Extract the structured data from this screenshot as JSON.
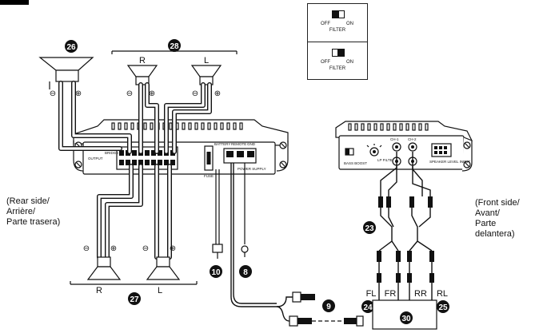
{
  "callouts": {
    "c8": "8",
    "c9": "9",
    "c10": "10",
    "c23": "23",
    "c24": "24",
    "c25": "25",
    "c26": "26",
    "c27": "27",
    "c28": "28",
    "c30": "30"
  },
  "speaker_polarity": {
    "minus": "⊖",
    "plus": "⊕"
  },
  "top_speakers": {
    "left_label": "R",
    "right_label": "L"
  },
  "bottom_speakers": {
    "left_label": "R",
    "right_label": "L"
  },
  "channel_labels": {
    "fl": "FL",
    "fr": "FR",
    "rr": "RR",
    "rl": "RL"
  },
  "rear_side": {
    "line1": "(Rear side/",
    "line2": "Arrière/",
    "line3": "Parte trasera)"
  },
  "front_side": {
    "line1": "(Front side/",
    "line2": "Avant/",
    "line3": "Parte delantera)"
  },
  "filter_panel": {
    "off": "OFF",
    "on": "ON",
    "caption": "FILTER",
    "top_state": "off",
    "bottom_state": "on"
  },
  "amp_rear_labels": {
    "output": "OUTPUT",
    "bridge": "BRIDGE",
    "fuse": "FUSE",
    "battery": "BATTERY",
    "remote": "REMOTE",
    "gnd": "GND",
    "power_supply": "POWER SUPPLY"
  },
  "amp_front_labels": {
    "bass_boost": "BASS BOOST",
    "lp_filter": "LP FILTER",
    "speaker_level_input": "SPEAKER LEVEL INPUT",
    "ch1": "CH-1",
    "ch2": "CH-2"
  }
}
